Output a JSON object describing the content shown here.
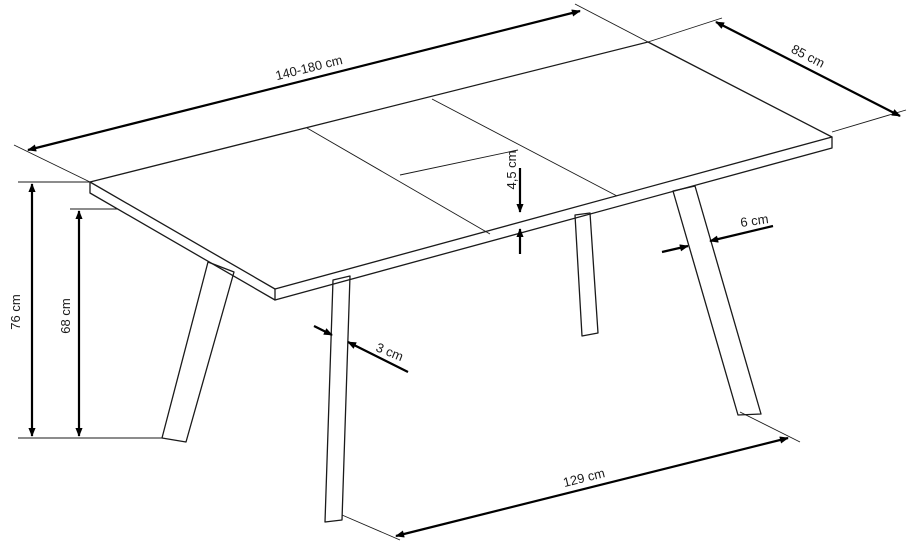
{
  "dimensions": {
    "extended_length": "140-180 cm",
    "depth": "85 cm",
    "total_height": "76 cm",
    "under_table_height": "68 cm",
    "top_thickness": "4,5 cm",
    "leg_width_back": "6 cm",
    "leg_width_front": "3 cm",
    "leg_span": "129 cm"
  }
}
